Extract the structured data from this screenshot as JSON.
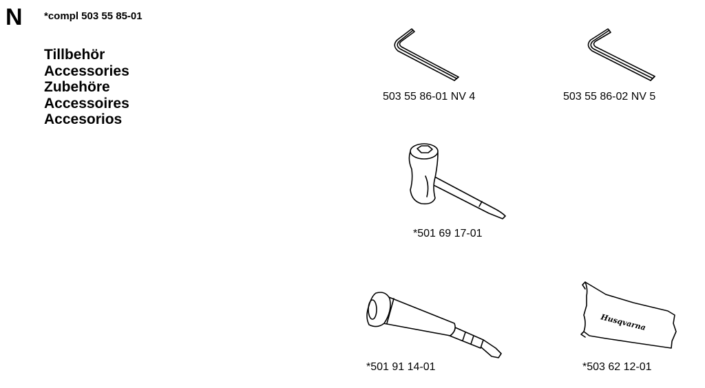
{
  "section_letter": "N",
  "kit_number": "*compl 503 55 85-01",
  "titles": [
    "Tillbehör",
    "Accessories",
    "Zubehöre",
    "Accessoires",
    "Accesorios"
  ],
  "parts": [
    {
      "label": "503 55 86-01 NV 4",
      "icon": "hex-key-icon"
    },
    {
      "label": "503 55 86-02 NV 5",
      "icon": "hex-key-icon"
    },
    {
      "label": "*501 69 17-01",
      "icon": "combination-spanner-icon"
    },
    {
      "label": "*501 91 14-01",
      "icon": "grease-gun-icon"
    },
    {
      "label": "*503 62 12-01",
      "icon": "husqvarna-pouch-icon"
    }
  ],
  "pouch_brand": "Husqvarna"
}
